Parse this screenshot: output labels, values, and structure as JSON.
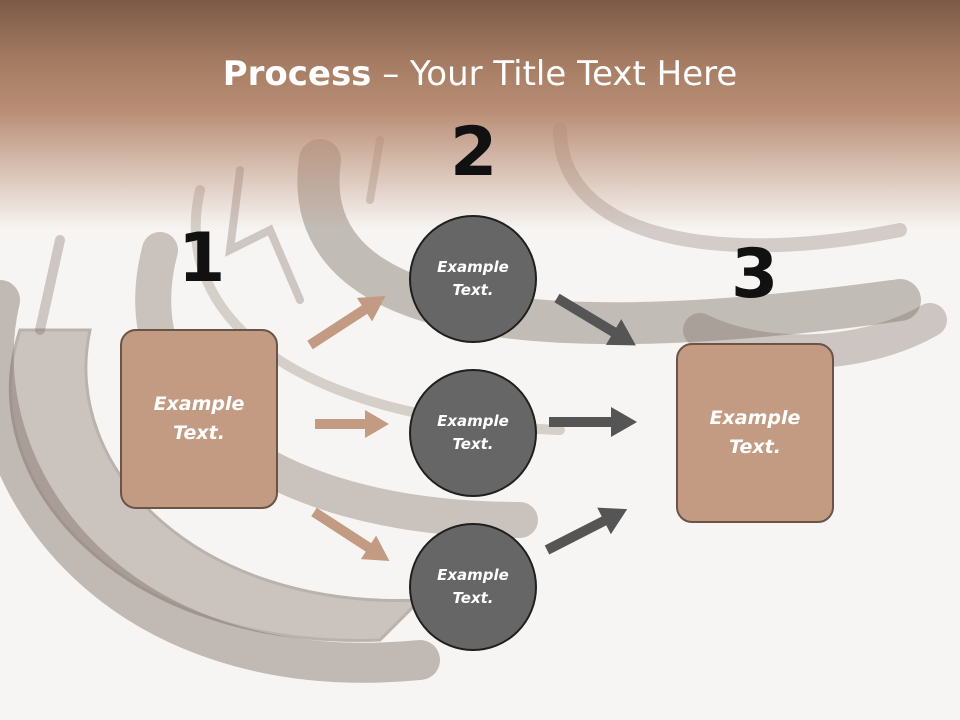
{
  "title": {
    "bold": "Process",
    "rest": " – Your Title Text Here"
  },
  "steps": [
    {
      "number": "1",
      "box_text": "Example\nText."
    },
    {
      "number": "2",
      "circles": [
        "Example\nText.",
        "Example\nText.",
        "Example\nText."
      ]
    },
    {
      "number": "3",
      "box_text": "Example\nText."
    }
  ],
  "colors": {
    "header": "#a47b62",
    "box_fill": "#c29b82",
    "circle_fill": "#666666",
    "arrow_light": "#c29b82",
    "arrow_dark": "#555555"
  },
  "icons": [
    "arrow-right-icon"
  ]
}
